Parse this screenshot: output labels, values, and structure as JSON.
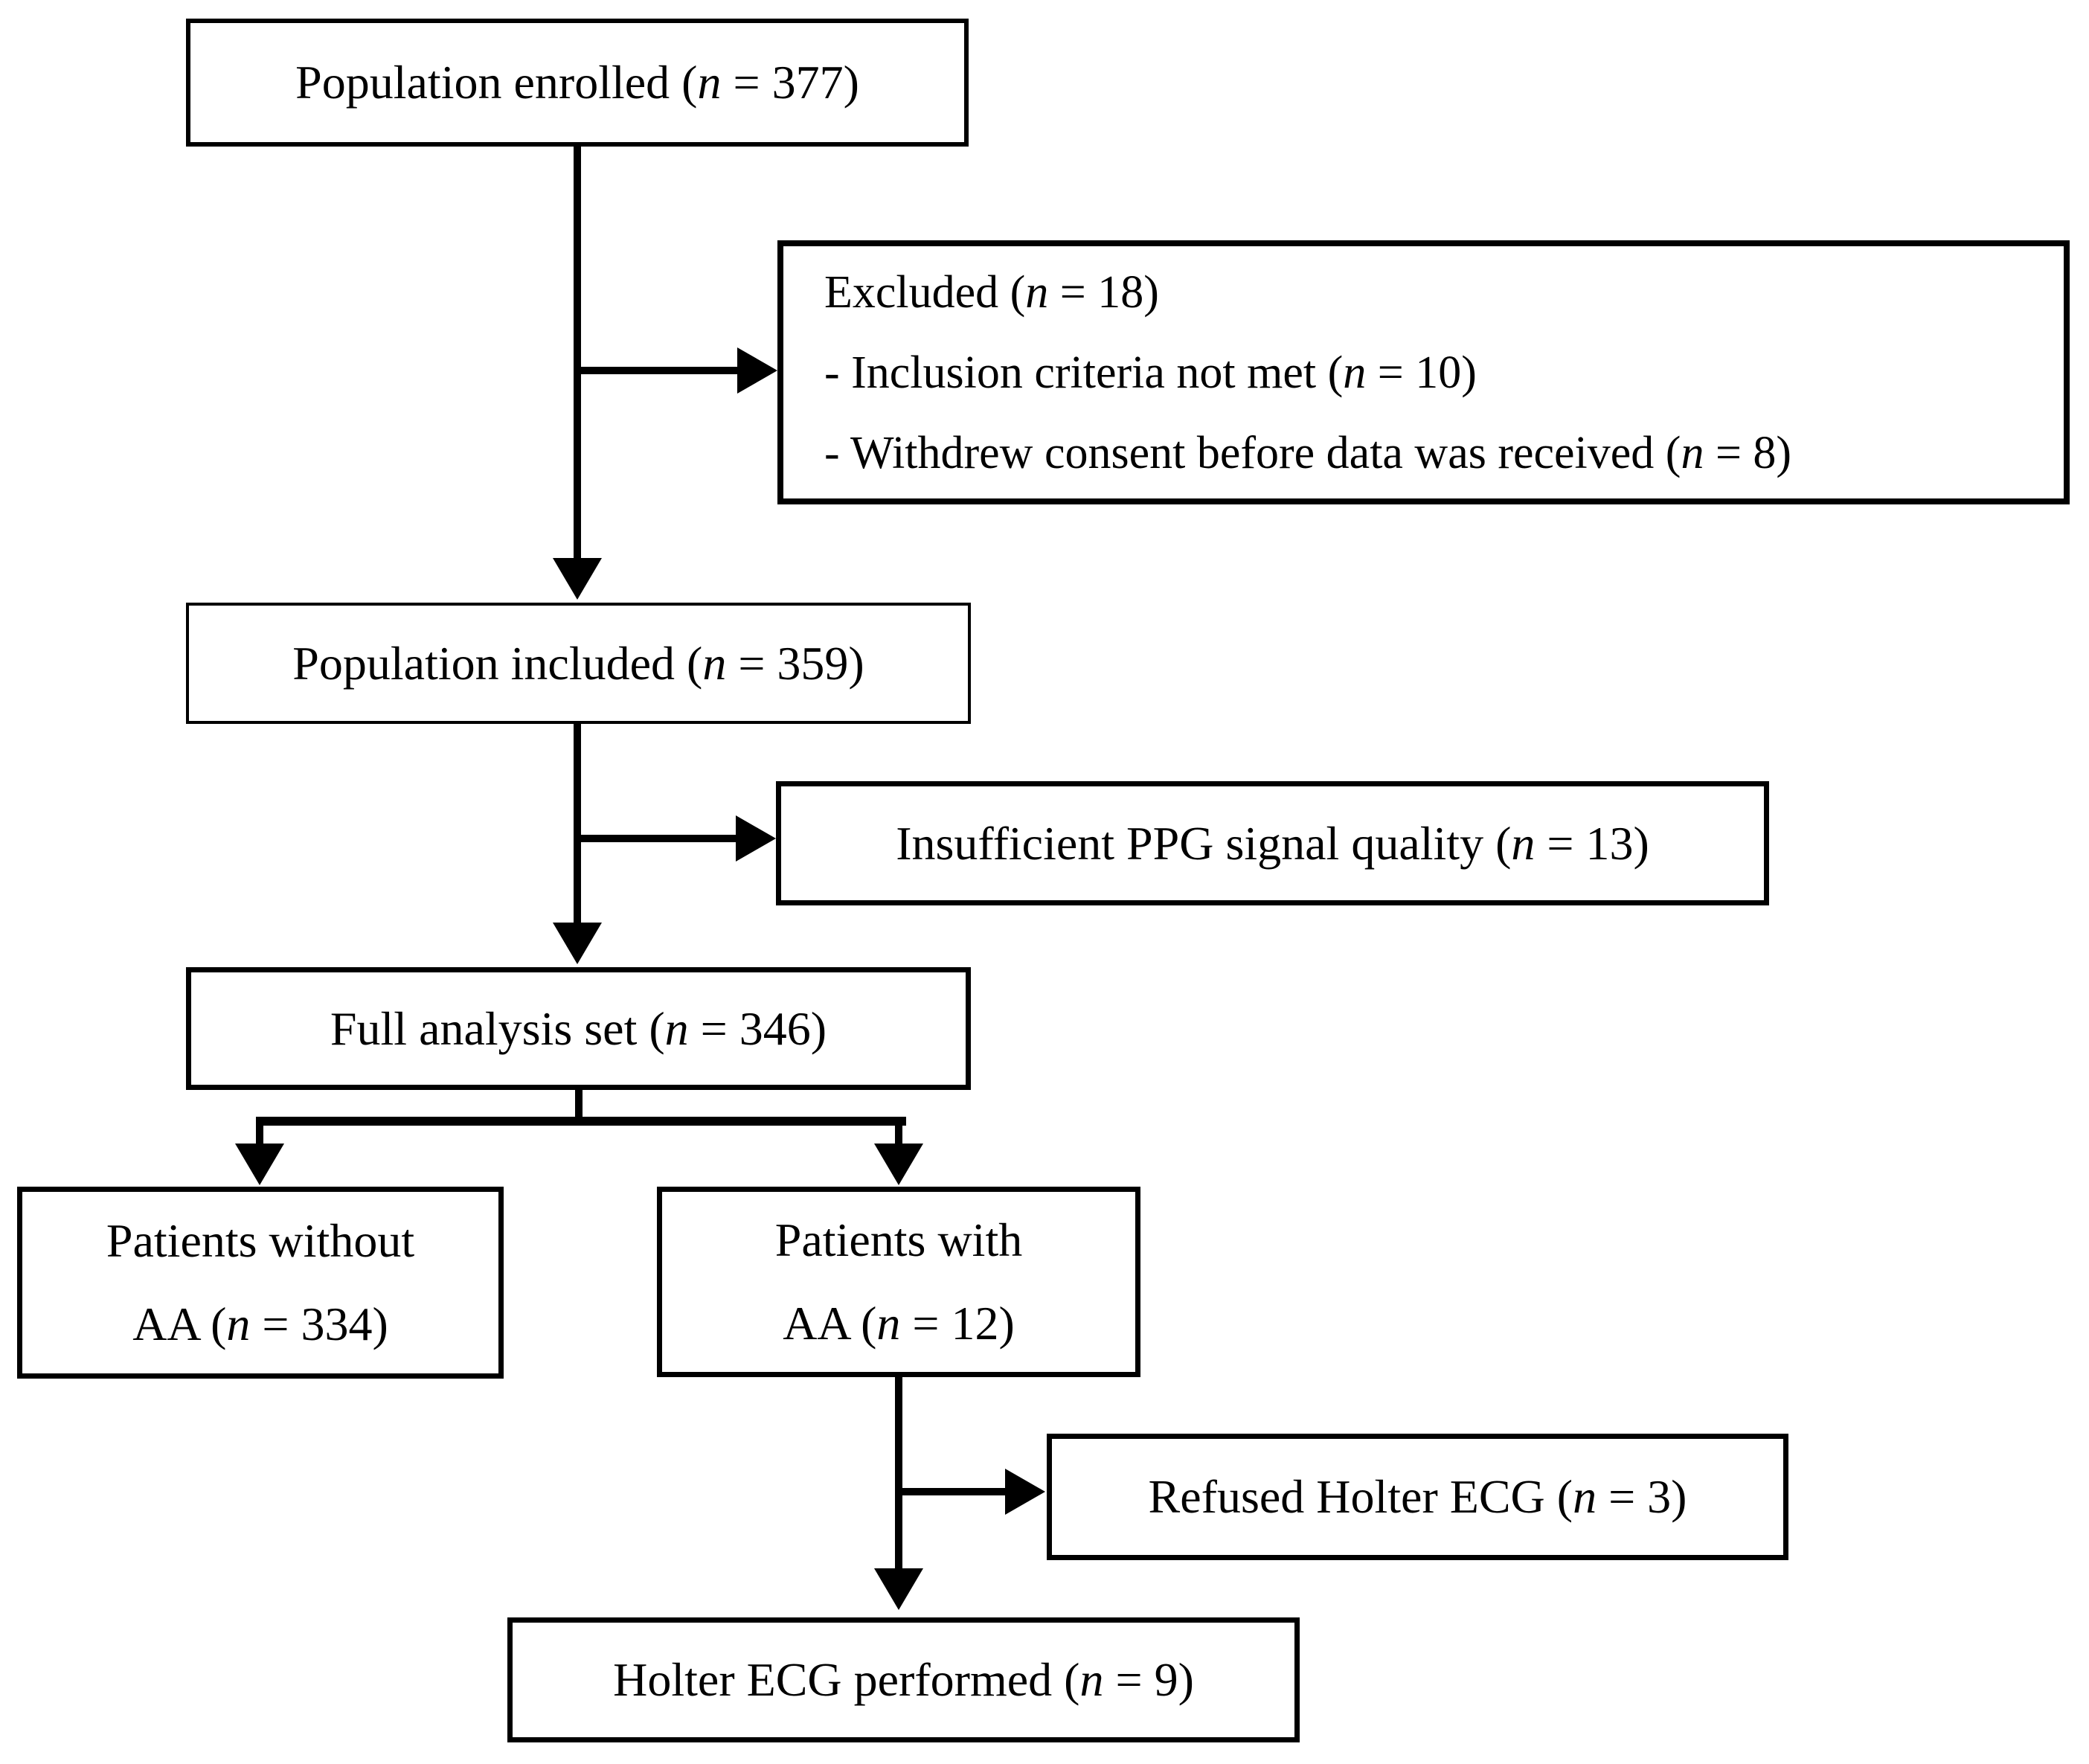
{
  "diagram": {
    "background_color": "#ffffff",
    "line_color": "#000000",
    "boxes": {
      "enrolled": {
        "label": "Population enrolled (n = 377)"
      },
      "excluded": {
        "title": "Excluded (n = 18)",
        "items": [
          "- Inclusion criteria not met (n = 10)",
          "- Withdrew consent before data was received (n = 8)"
        ]
      },
      "included": {
        "label": "Population included (n = 359)"
      },
      "insufficient": {
        "label": "Insufficient PPG signal quality (n = 13)"
      },
      "full_analysis": {
        "label": "Full analysis set (n = 346)"
      },
      "without_aa": {
        "line1": "Patients without",
        "line2": "AA (n = 334)"
      },
      "with_aa": {
        "line1": "Patients with",
        "line2": "AA (n = 12)"
      },
      "refused": {
        "label": "Refused Holter ECG (n = 3)"
      },
      "holter": {
        "label": "Holter ECG performed (n = 9)"
      }
    }
  }
}
